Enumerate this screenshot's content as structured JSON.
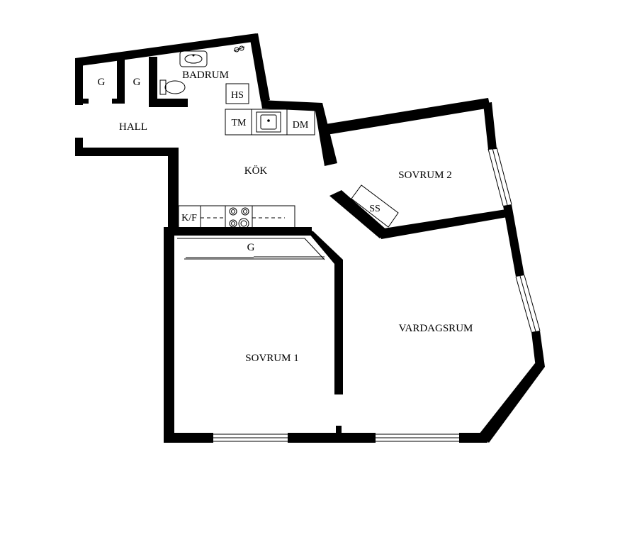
{
  "rooms": {
    "hall": "HALL",
    "badrum": "BADRUM",
    "kok": "KÖK",
    "sovrum1": "SOVRUM 1",
    "sovrum2": "SOVRUM 2",
    "vardagsrum": "VARDAGSRUM"
  },
  "fixtures": {
    "closet_left": "G",
    "closet_right": "G",
    "closet_bedroom": "G",
    "hs": "HS",
    "tm": "TM",
    "dm": "DM",
    "kf": "K/F",
    "ss": "SS"
  },
  "icons": [
    "sink-icon",
    "toilet-icon",
    "shower-icon",
    "stove-icon",
    "kitchen-sink-icon"
  ]
}
